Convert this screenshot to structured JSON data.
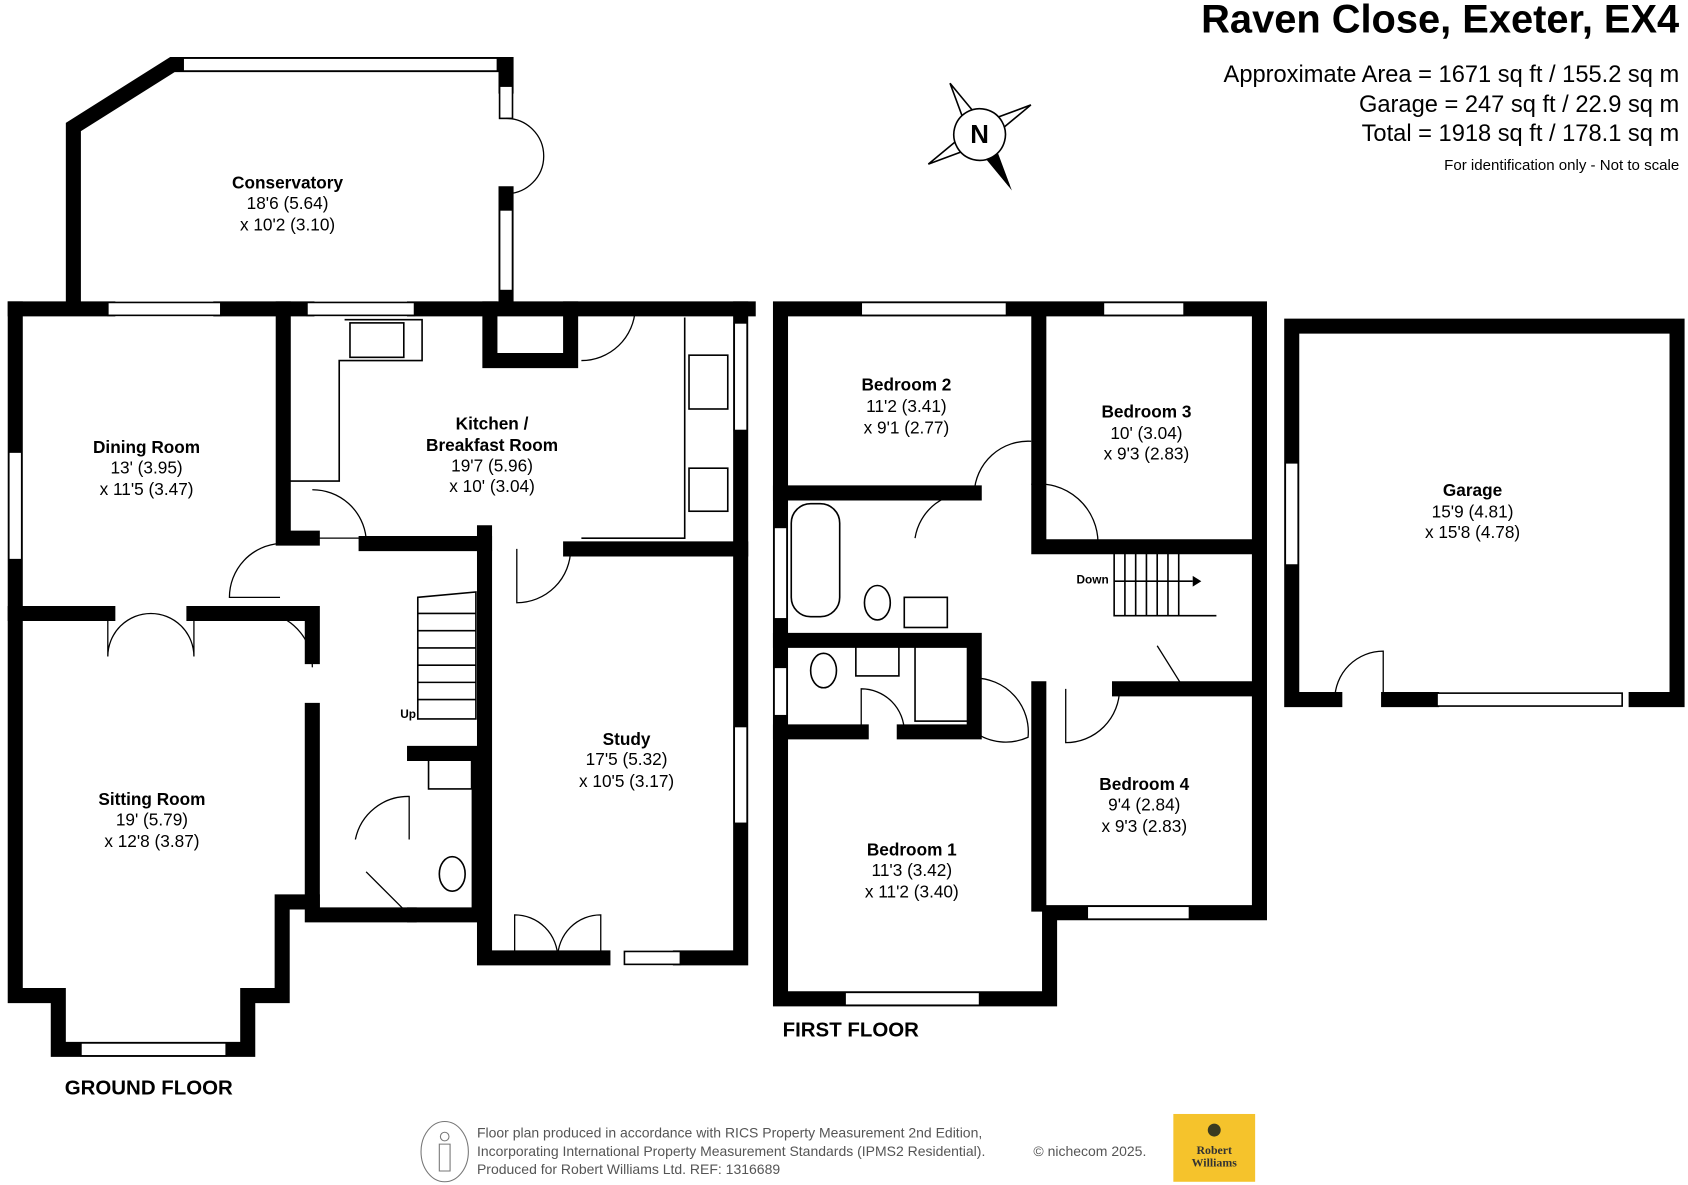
{
  "header": {
    "title": "Raven Close, Exeter, EX4",
    "areas": [
      "Approximate Area = 1671 sq ft / 155.2 sq m",
      "Garage = 247 sq ft / 22.9 sq m",
      "Total = 1918 sq ft / 178.1 sq m"
    ],
    "disclaimer": "For identification only - Not to scale"
  },
  "compass": {
    "label": "N"
  },
  "floors": {
    "ground": "GROUND FLOOR",
    "first": "FIRST FLOOR"
  },
  "rooms": {
    "conservatory": {
      "name": "Conservatory",
      "dim1": "18'6 (5.64)",
      "dim2": "x 10'2 (3.10)"
    },
    "dining": {
      "name": "Dining Room",
      "dim1": "13' (3.95)",
      "dim2": "x 11'5 (3.47)"
    },
    "kitchen": {
      "name": "Kitchen /",
      "name2": "Breakfast Room",
      "dim1": "19'7 (5.96)",
      "dim2": "x 10' (3.04)"
    },
    "sitting": {
      "name": "Sitting Room",
      "dim1": "19' (5.79)",
      "dim2": "x 12'8 (3.87)"
    },
    "study": {
      "name": "Study",
      "dim1": "17'5 (5.32)",
      "dim2": "x 10'5 (3.17)"
    },
    "bedroom2": {
      "name": "Bedroom 2",
      "dim1": "11'2 (3.41)",
      "dim2": "x 9'1 (2.77)"
    },
    "bedroom3": {
      "name": "Bedroom 3",
      "dim1": "10' (3.04)",
      "dim2": "x 9'3 (2.83)"
    },
    "bedroom1": {
      "name": "Bedroom 1",
      "dim1": "11'3 (3.42)",
      "dim2": "x 11'2 (3.40)"
    },
    "bedroom4": {
      "name": "Bedroom 4",
      "dim1": "9'4 (2.84)",
      "dim2": "x 9'3 (2.83)"
    },
    "garage": {
      "name": "Garage",
      "dim1": "15'9 (4.81)",
      "dim2": "x 15'8 (4.78)"
    }
  },
  "stairs": {
    "up": "Up",
    "down": "Down"
  },
  "footer": {
    "lines": [
      "Floor plan produced in accordance with RICS Property Measurement 2nd Edition,",
      "Incorporating International Property Measurement Standards (IPMS2 Residential).",
      "Produced for Robert Williams Ltd.   REF:  1316689"
    ],
    "copyright": "© nichecom 2025.",
    "logo": {
      "line1": "Robert",
      "line2": "Williams",
      "bg": "#f5c32c"
    }
  }
}
